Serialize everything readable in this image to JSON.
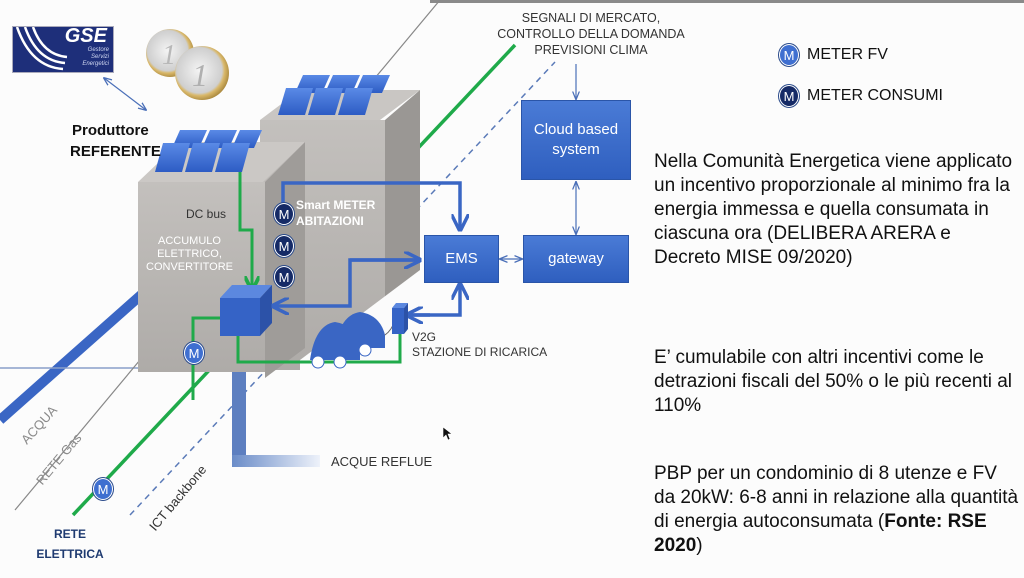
{
  "logo": {
    "name": "GSE",
    "subtitle_lines": [
      "Gestore",
      "Servizi",
      "Energetici"
    ]
  },
  "labels": {
    "produttore_line1": "Produttore",
    "produttore_line2": "REFERENTE",
    "segnali_line1": "SEGNALI DI MERCATO,",
    "segnali_line2": "CONTROLLO DELLA DOMANDA",
    "segnali_line3": "PREVISIONI CLIMA",
    "dc_bus": "DC bus",
    "accumulo_line1": "ACCUMULO",
    "accumulo_line2": "ELETTRICO,",
    "accumulo_line3": "CONVERTITORE",
    "smart_meter_line1": "Smart METER",
    "smart_meter_line2": "ABITAZIONI",
    "v2g_line1": "V2G",
    "v2g_line2": "STAZIONE DI RICARICA",
    "acque_reflue": "ACQUE REFLUE",
    "acqua": "ACQUA",
    "rete_gas": "RETE Gas",
    "ict_backbone": "ICT backbone",
    "rete_elettrica_line1": "RETE",
    "rete_elettrica_line2": "ELETTRICA"
  },
  "boxes": {
    "cloud_line1": "Cloud based",
    "cloud_line2": "system",
    "ems": "EMS",
    "gateway": "gateway"
  },
  "meter_glyph": "M",
  "legend": [
    {
      "label": "METER FV",
      "kind": "fv"
    },
    {
      "label": "METER CONSUMI",
      "kind": "consumi"
    }
  ],
  "colors": {
    "green_line": "#1faa4a",
    "blue_line": "#3a66c4",
    "box_blue": "#3a6ccc",
    "meter_fv": "#3f6fd0",
    "meter_consumi": "#152a66",
    "building_gray": "#b9b6b3"
  },
  "text": {
    "para1": "Nella Comunità Energetica viene applicato un incentivo proporzionale al minimo fra la energia immessa e quella consumata in ciascuna ora (DELIBERA ARERA e Decreto MISE 09/2020)",
    "para2": "E’ cumulabile con altri incentivi come le detrazioni fiscali del 50% o le più recenti al 110%",
    "para3_main": "PBP per un condominio di 8 utenze e FV da 20kW: 6-8 anni in relazione alla quantità di energia autoconsumata (",
    "para3_bold": "Fonte: RSE 2020",
    "para3_end": ")"
  }
}
